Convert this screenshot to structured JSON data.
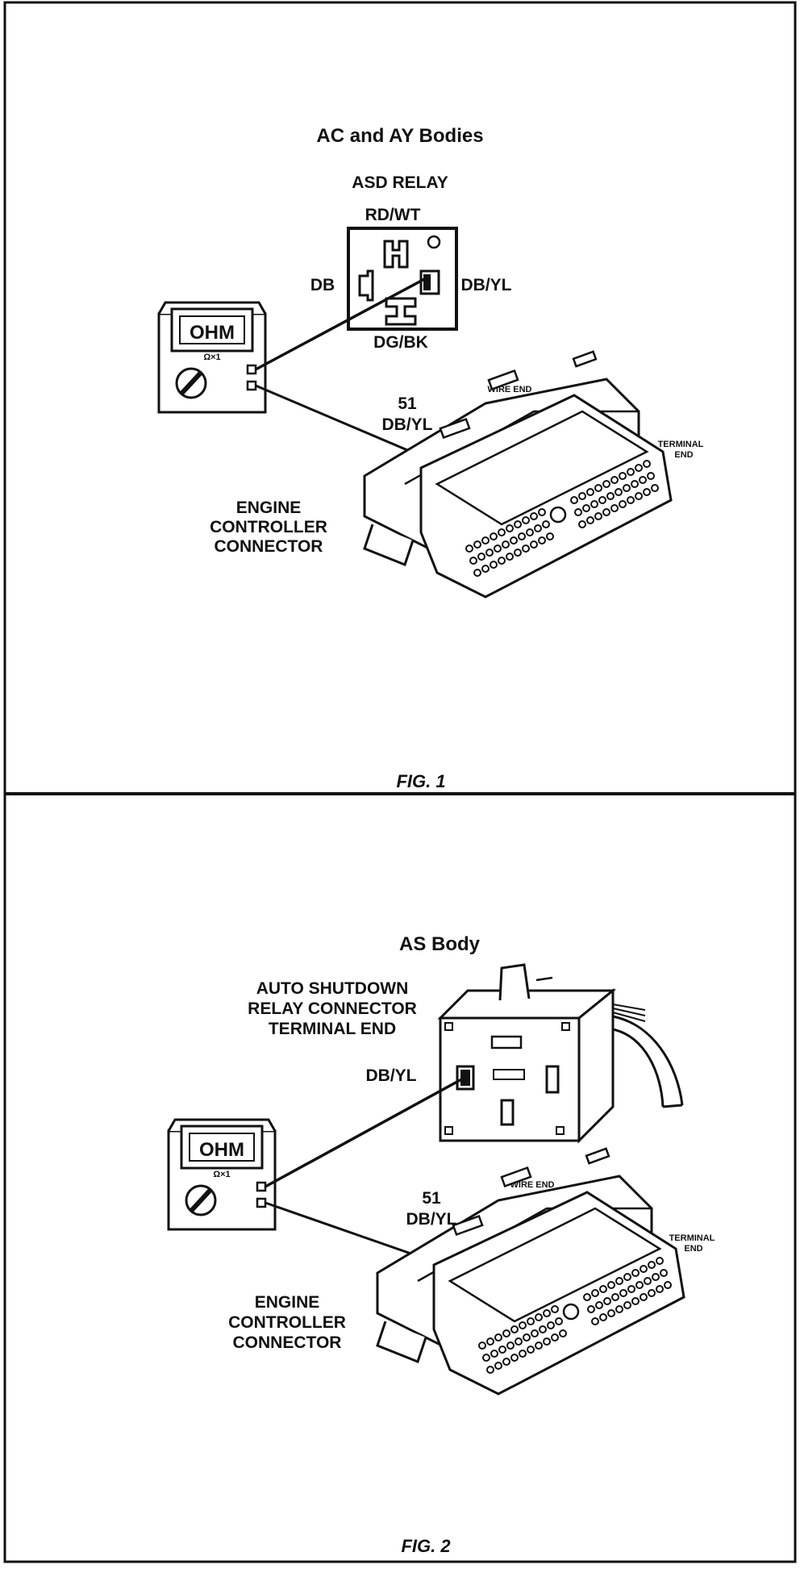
{
  "fig1": {
    "title": "AC and AY Bodies",
    "relay_title": "ASD RELAY",
    "relay_top_label": "RD/WT",
    "relay_left_label": "DB",
    "relay_right_label": "DB/YL",
    "relay_bottom_label": "DG/BK",
    "meter_display": "OHM",
    "meter_range": "Ω×1",
    "cavity_number": "51",
    "cavity_wire": "DB/YL",
    "wire_end": "WIRE END",
    "terminal_end": [
      "TERMINAL",
      "END"
    ],
    "connector_label": [
      "ENGINE",
      "CONTROLLER",
      "CONNECTOR"
    ],
    "caption": "FIG. 1"
  },
  "fig2": {
    "title": "AS Body",
    "relay_connector_label": [
      "AUTO SHUTDOWN",
      "RELAY CONNECTOR",
      "TERMINAL END"
    ],
    "relay_wire_label": "DB/YL",
    "meter_display": "OHM",
    "meter_range": "Ω×1",
    "cavity_number": "51",
    "cavity_wire": "DB/YL",
    "wire_end": "WIRE END",
    "terminal_end": [
      "TERMINAL",
      "END"
    ],
    "connector_label": [
      "ENGINE",
      "CONTROLLER",
      "CONNECTOR"
    ],
    "caption": "FIG. 2"
  }
}
